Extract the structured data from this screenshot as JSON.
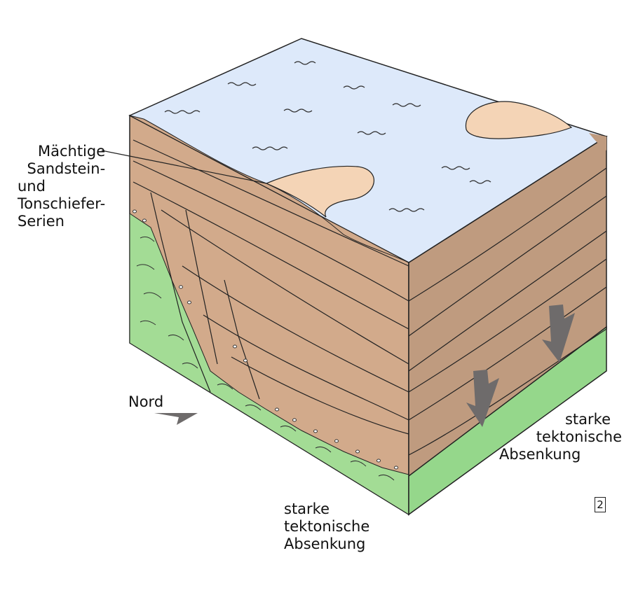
{
  "labels": {
    "series": [
      "Mächtige",
      "Sandstein-",
      "und",
      "Tonschiefer-",
      "Serien"
    ],
    "north": "Nord",
    "subsidence_front": [
      "starke",
      "tektonische",
      "Absenkung"
    ],
    "subsidence_right": [
      "starke",
      "tektonische",
      "Absenkung"
    ],
    "figure_number": "2"
  },
  "colors": {
    "water": "#dde9fa",
    "sediment_left": "#d2aa8b",
    "sediment_right": "#bf9b7f",
    "sand_lobe": "#f4d4b6",
    "basement": "#95d78b",
    "arrow": "#6e6b6b"
  }
}
